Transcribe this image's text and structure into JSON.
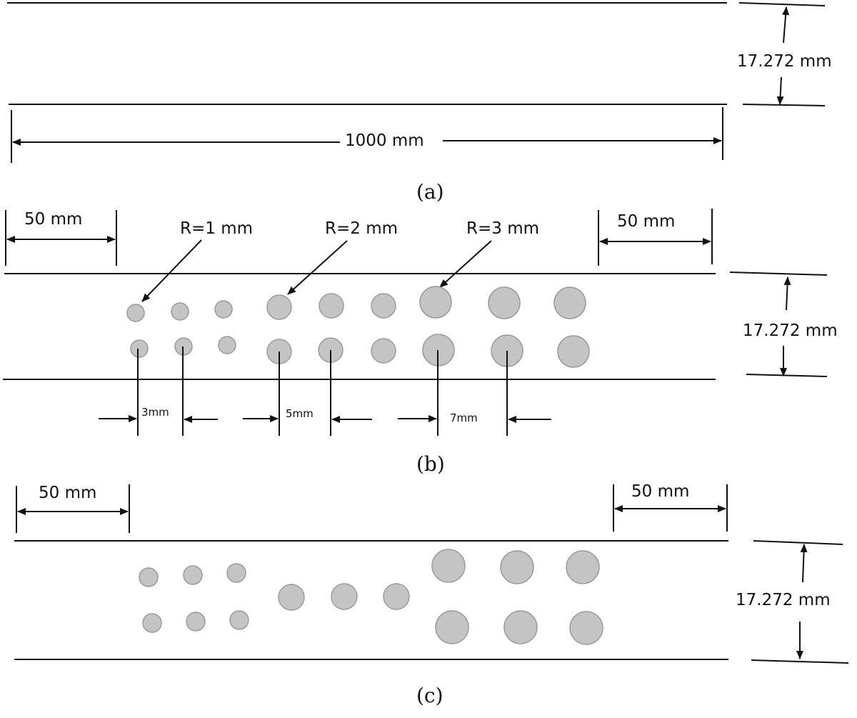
{
  "colors": {
    "line": "#111111",
    "hole_fill": "#c4c4c4",
    "hole_stroke": "#9a9a9a"
  },
  "panel_a": {
    "caption": "(a)",
    "length_label": "1000 mm",
    "height_label": "17.272 mm"
  },
  "panel_b": {
    "caption": "(b)",
    "left_margin_label": "50 mm",
    "right_margin_label": "50 mm",
    "height_label": "17.272 mm",
    "radius_labels": [
      "R=1 mm",
      "R=2 mm",
      "R=3 mm"
    ],
    "spacing_labels": [
      "3mm",
      "5mm",
      "7mm"
    ]
  },
  "panel_c": {
    "caption": "(c)",
    "left_margin_label": "50 mm",
    "right_margin_label": "50 mm",
    "height_label": "17.272 mm"
  }
}
